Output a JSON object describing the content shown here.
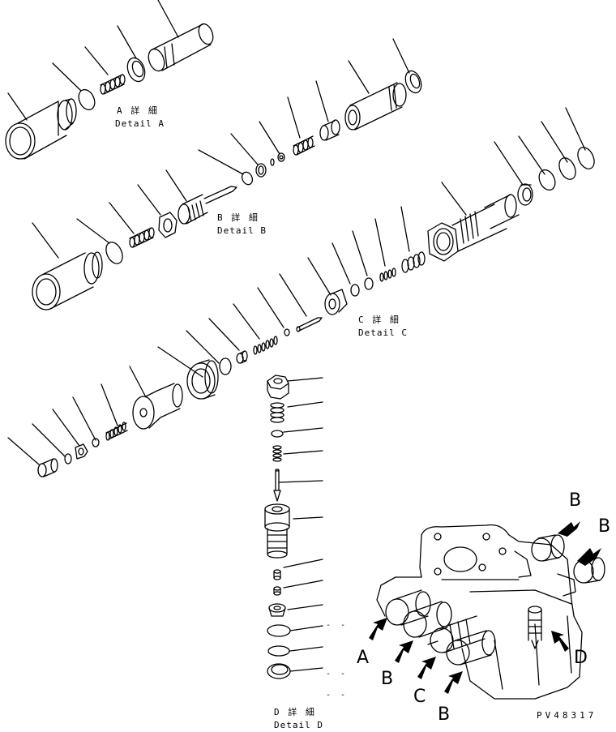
{
  "details": {
    "a": {
      "jp": "A 詳 細",
      "en": "Detail A"
    },
    "b": {
      "jp": "B 詳 細",
      "en": "Detail B"
    },
    "c": {
      "jp": "C 詳 細",
      "en": "Detail C"
    },
    "d": {
      "jp": "D 詳 細",
      "en": "Detail D"
    }
  },
  "view_letters": {
    "b_top1": "B",
    "b_top2": "B",
    "a": "A",
    "b_left": "B",
    "c": "C",
    "b_bottom": "B",
    "d": "D"
  },
  "dashes": [
    "- -",
    "- -",
    "- -"
  ],
  "drawing_number": "PV48317"
}
